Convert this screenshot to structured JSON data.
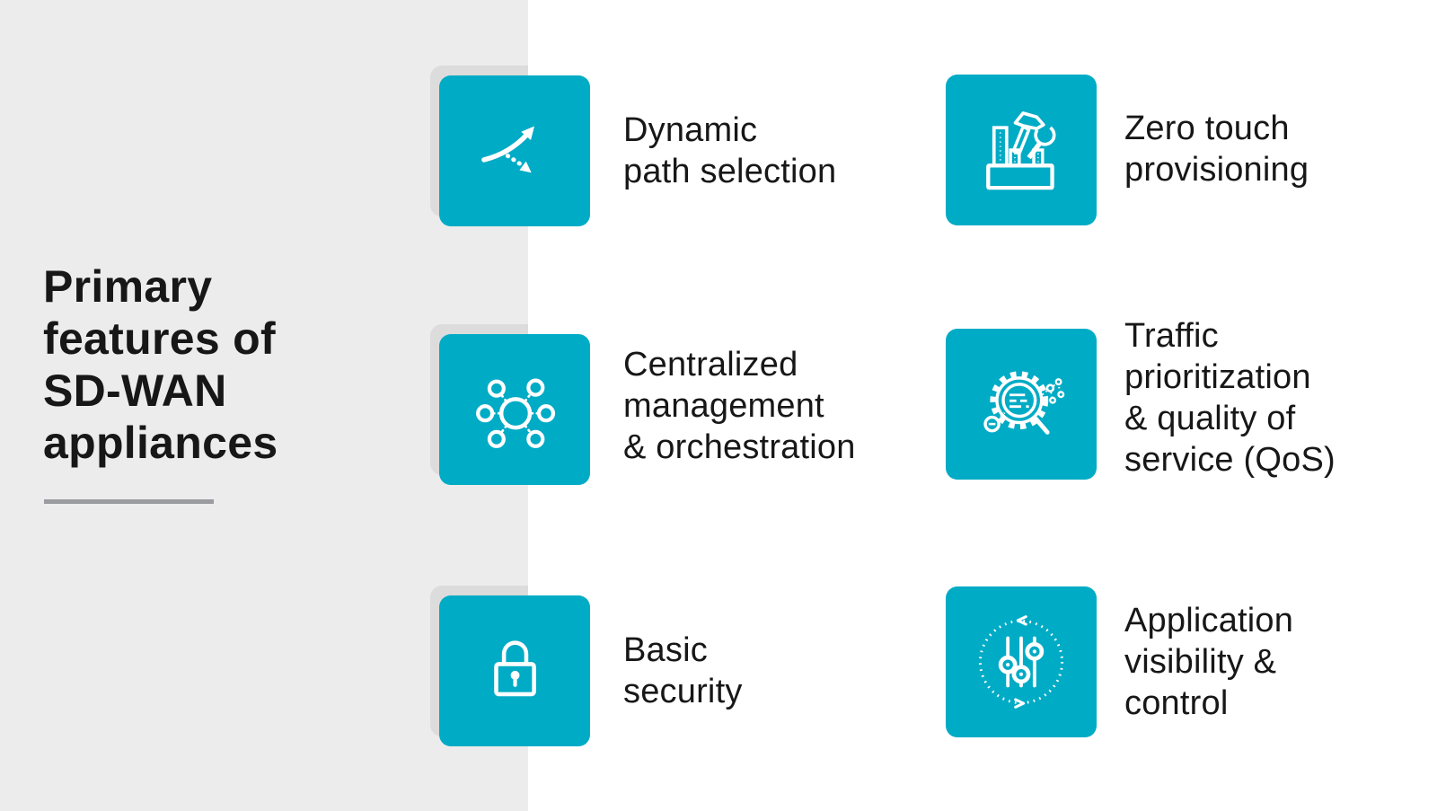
{
  "meta": {
    "title": "Primary features of SD-WAN appliances"
  },
  "colors": {
    "accent": "#00abc5",
    "panel": "#ececec",
    "tile_shadow": "#dcdcdc",
    "text": "#171717",
    "divider": "#9a9ca0",
    "icon": "#ffffff",
    "background": "#ffffff"
  },
  "heading": {
    "lines": [
      "Primary",
      "features of",
      "SD-WAN",
      "appliances"
    ]
  },
  "features": [
    {
      "id": "dynamic-path-selection",
      "icon": "fork-arrows-icon",
      "label_lines": [
        "Dynamic",
        "path selection"
      ]
    },
    {
      "id": "zero-touch-provisioning",
      "icon": "toolbox-icon",
      "label_lines": [
        "Zero touch",
        "provisioning"
      ]
    },
    {
      "id": "centralized-management",
      "icon": "hub-network-icon",
      "label_lines": [
        "Centralized",
        "management",
        "& orchestration"
      ]
    },
    {
      "id": "traffic-prioritization",
      "icon": "gear-magnifier-icon",
      "label_lines": [
        "Traffic",
        "prioritization",
        "& quality of",
        "service (QoS)"
      ]
    },
    {
      "id": "basic-security",
      "icon": "padlock-icon",
      "label_lines": [
        "Basic",
        "security"
      ]
    },
    {
      "id": "application-visibility",
      "icon": "sliders-cycle-icon",
      "label_lines": [
        "Application",
        "visibility &",
        "control"
      ]
    }
  ]
}
